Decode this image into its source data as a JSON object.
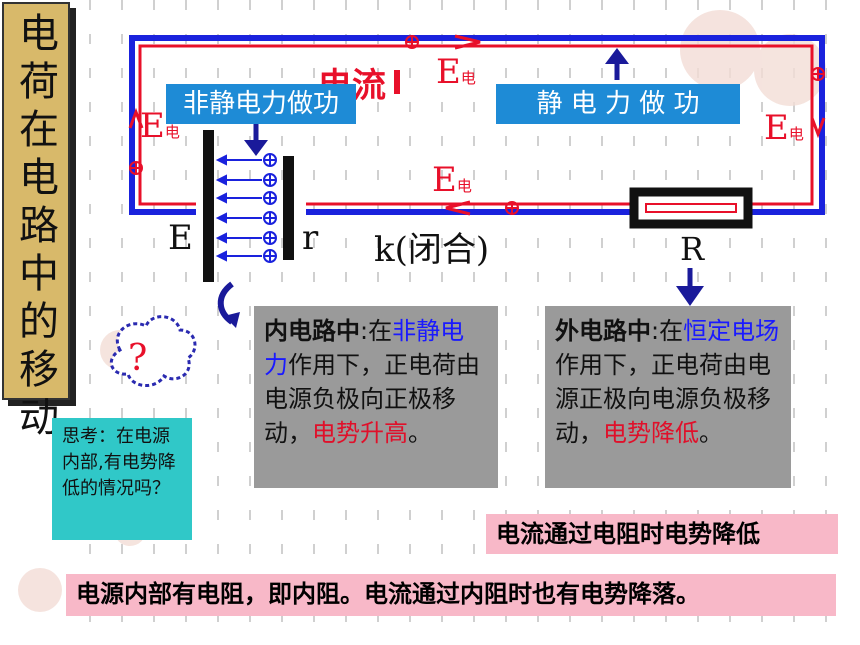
{
  "title_chars": [
    "电",
    "荷",
    "在",
    "电",
    "路",
    "中",
    "的",
    "移",
    "动"
  ],
  "diagram": {
    "current_label": "电流",
    "field_symbol": "E",
    "field_sub": "电",
    "non_static_work": "非静电力做功",
    "static_work": "静 电 力 做 功",
    "emf_label": "E",
    "internal_r_label": "r",
    "switch_label": "k(闭合)",
    "resistor_label": "R",
    "plus_glyph": "⊕"
  },
  "inner_box": {
    "heading": "内电路中",
    "text_a": ":在",
    "highlight_blue": "非静电力",
    "text_b": "作用下，正电荷由电源负极向正极移动，",
    "highlight_red": "电势升高",
    "text_c": "。"
  },
  "outer_box": {
    "heading": "外电路中",
    "text_a": ":在",
    "highlight_blue": "恒定电场",
    "text_b": "作用下，正电荷由电源正极向电源负极移动，",
    "highlight_red": "电势降低",
    "text_c": "。"
  },
  "question_mark": "?",
  "think_text": "思考：在电源内部,有电势降低的情况吗？",
  "resistor_drop_text": "电流通过电阻时电势降低",
  "internal_drop_text": "电源内部有电阻，即内阻。电流通过内阻时也有电势降落。",
  "colors": {
    "title_bg": "#d8b96a",
    "wire_blue": "#1a22dd",
    "wire_red": "#e8102a",
    "label_box_blue": "#1e8bd6",
    "gray_box": "#9a9a9a",
    "teal_box": "#30c8c8",
    "pink_box": "#f8b8c8"
  }
}
